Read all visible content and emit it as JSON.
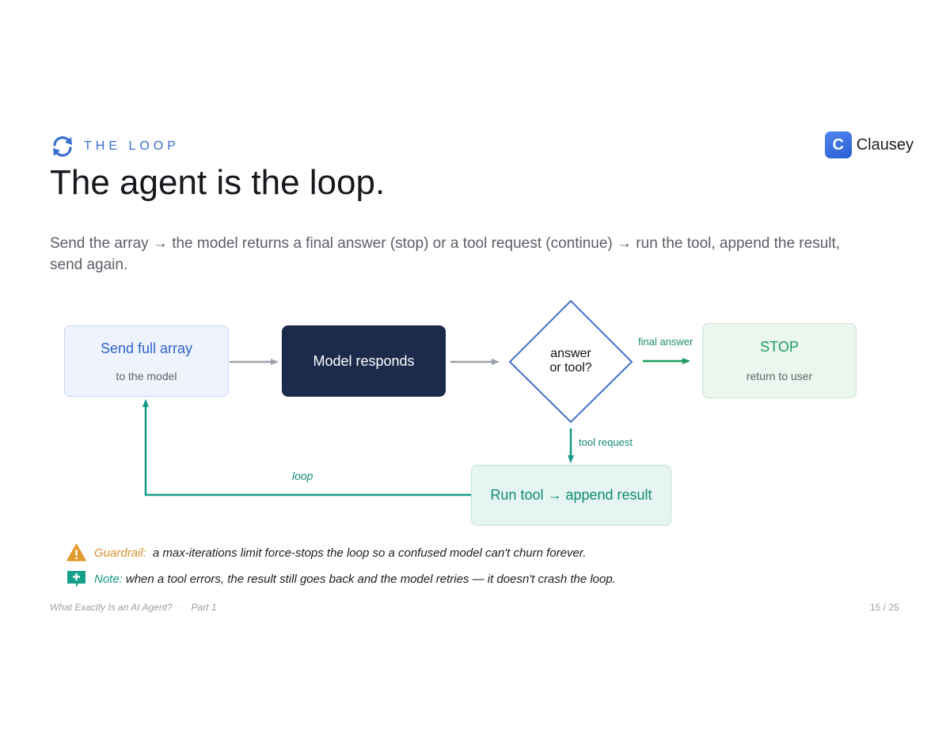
{
  "header": {
    "eyebrow": "THE LOOP",
    "eyebrow_icon": "refresh-icon",
    "title": "The agent is the loop.",
    "subtitle": "Send the array → the model returns a final answer (stop) or a tool request (continue) → run the tool, append the result, send again."
  },
  "brand": {
    "logo_letter": "C",
    "name": "Clausey",
    "accent": "#3a6fd0"
  },
  "diagram": {
    "send_box": {
      "title": "Send full array",
      "subtitle": "to the model"
    },
    "model_box": {
      "title": "Model responds"
    },
    "decision": {
      "line1": "answer",
      "line2": "or tool?"
    },
    "stop_box": {
      "title": "STOP",
      "subtitle": "return to user"
    },
    "run_box": {
      "title": "Run tool → append result"
    },
    "edges": {
      "final_answer": "final answer",
      "tool_request": "tool request",
      "loop": "loop"
    },
    "colors": {
      "dark_box": "#1c2a4c",
      "arrow_gray": "#9aa0a8",
      "arrow_green": "#1e9a5c",
      "arrow_teal": "#139a86",
      "diamond_stroke": "#4570c8"
    }
  },
  "notes": {
    "guardrail": {
      "icon": "warning-icon",
      "label": "Guardrail:",
      "text": "a max-iterations limit force-stops the loop so a confused model can't churn forever."
    },
    "note": {
      "icon": "comment-plus-icon",
      "label": "Note:",
      "text": "when a tool errors, the result still goes back and the model retries — it doesn't crash the loop."
    }
  },
  "footer": {
    "deck": "What Exactly Is an AI Agent?",
    "separator": "·",
    "part": "Part 1",
    "page": "15 / 25"
  }
}
